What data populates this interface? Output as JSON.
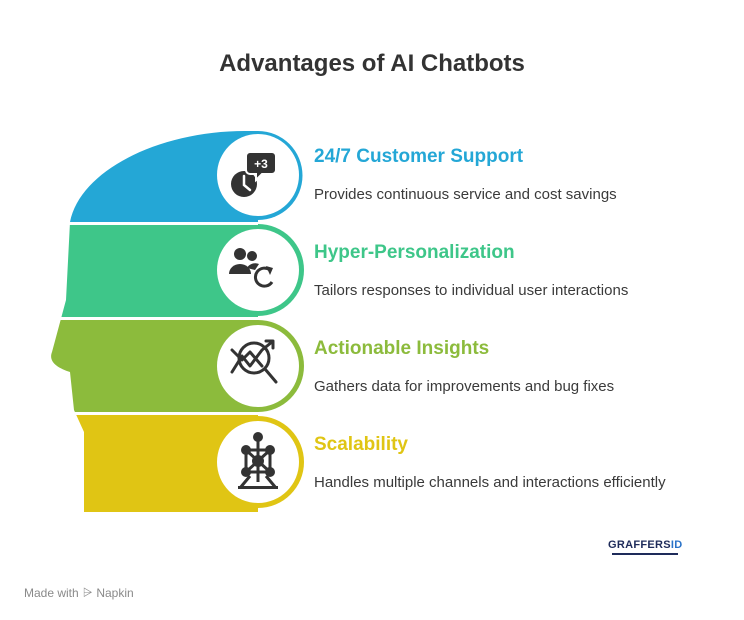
{
  "title": "Advantages of AI Chatbots",
  "items": [
    {
      "title": "24/7 Customer Support",
      "description": "Provides continuous service and cost savings",
      "color": "#24a7d6",
      "icon": "clock-chat-icon"
    },
    {
      "title": "Hyper-Personalization",
      "description": "Tailors responses to individual user interactions",
      "color": "#3ec689",
      "icon": "users-refresh-icon"
    },
    {
      "title": "Actionable Insights",
      "description": "Gathers data for improvements and bug fixes",
      "color": "#8cbb3c",
      "icon": "chart-search-icon"
    },
    {
      "title": "Scalability",
      "description": "Handles multiple channels and interactions efficiently",
      "color": "#e0c514",
      "icon": "network-structure-icon"
    }
  ],
  "icon_badge_text": "+3",
  "footer": {
    "made_with": "Made with",
    "brand": "Napkin"
  },
  "logo": {
    "text_main": "GRAFFERS",
    "text_accent": "ID"
  }
}
